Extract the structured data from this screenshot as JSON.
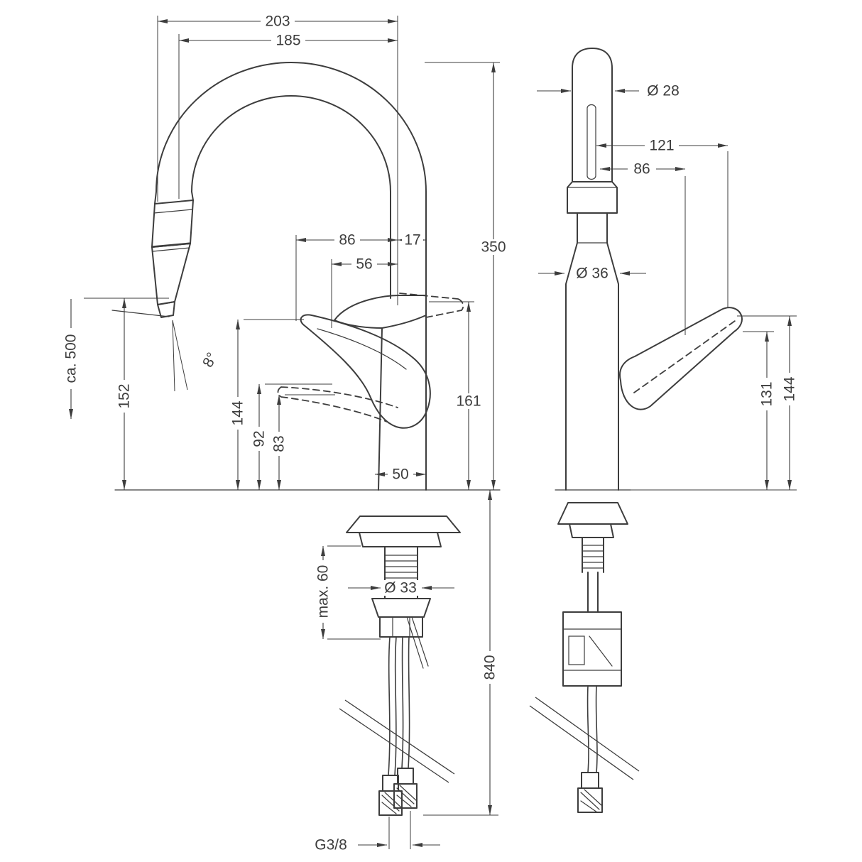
{
  "meta": {
    "background": "#ffffff",
    "ink_color": "#3d3d3d",
    "drawing_type": "faucet installation dimensional drawing, two views"
  },
  "left_view": {
    "name": "side view",
    "dims": {
      "total_width": "203",
      "spout_reach": "185",
      "handle_reach_open": "86",
      "spout_tip_offset": "17",
      "handle_reach_closed": "56",
      "spout_height": "350",
      "spout_outlet_height": "161",
      "outlet_clearance": "152",
      "hose_pullout_length": "ca. 500",
      "handle_tip_height": "144",
      "handle_mid_height": "92",
      "handle_low_height": "83",
      "body_depth": "50",
      "sprayhead_angle": "8°",
      "mounting_hole_dia": "Ø 33",
      "max_deck_thickness": "max. 60",
      "hose_length_below": "840",
      "connection_thread": "G3/8"
    }
  },
  "right_view": {
    "name": "front view",
    "dims": {
      "sprayhead_dia": "Ø 28",
      "handle_swing_width": "121",
      "handle_width": "86",
      "body_dia": "Ø 36",
      "handle_low_height": "131",
      "handle_tip_height": "144"
    }
  }
}
